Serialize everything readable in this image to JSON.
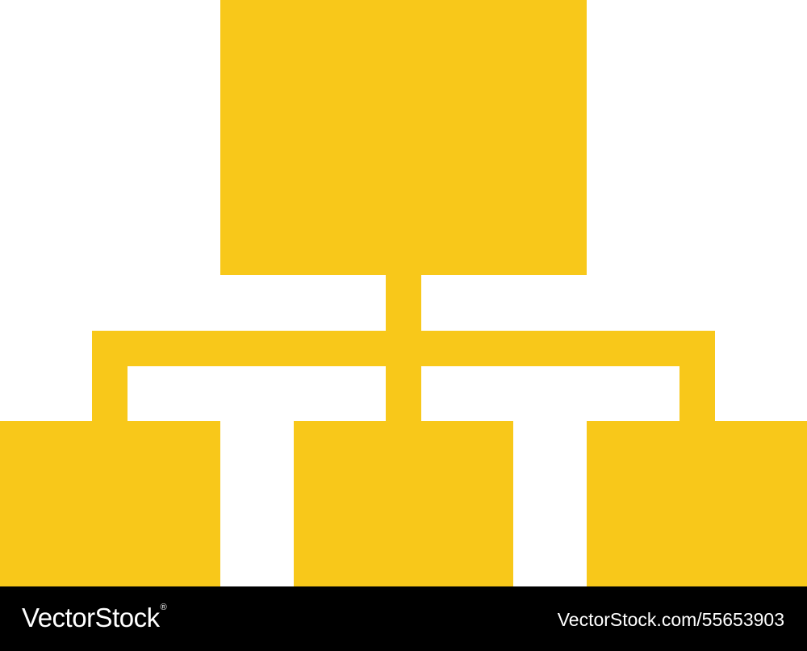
{
  "diagram": {
    "icon": "hierarchy-icon",
    "fill_color": "#F8C81A",
    "nodes": [
      {
        "id": "top",
        "role": "parent"
      },
      {
        "id": "left",
        "role": "child"
      },
      {
        "id": "center",
        "role": "child"
      },
      {
        "id": "right",
        "role": "child"
      }
    ],
    "edges": [
      {
        "from": "top",
        "to": "left"
      },
      {
        "from": "top",
        "to": "center"
      },
      {
        "from": "top",
        "to": "right"
      }
    ]
  },
  "footer": {
    "background": "#000000",
    "text_color": "#FFFFFF",
    "brand": "VectorStock",
    "registered_mark": "®",
    "image_ref": "VectorStock.com/55653903"
  }
}
